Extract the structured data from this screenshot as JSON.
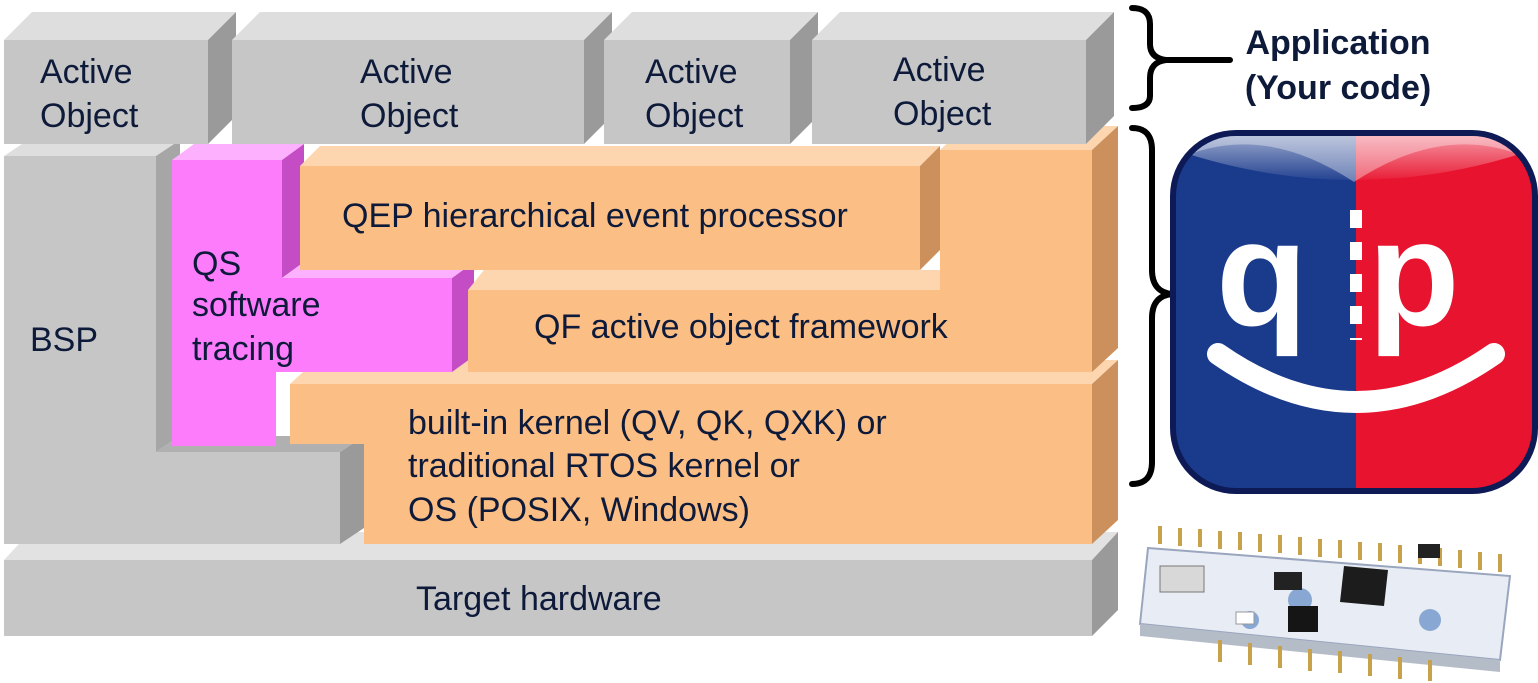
{
  "active_objects": [
    {
      "line1": "Active",
      "line2": "Object"
    },
    {
      "line1": "Active",
      "line2": "Object"
    },
    {
      "line1": "Active",
      "line2": "Object"
    },
    {
      "line1": "Active",
      "line2": "Object"
    }
  ],
  "bsp": "BSP",
  "qs": {
    "line1": "QS",
    "line2": "software",
    "line3": "tracing"
  },
  "qep": "QEP hierarchical event processor",
  "qf": "QF active object framework",
  "kernel": {
    "line1": "built-in kernel (QV, QK, QXK) or",
    "line2": "traditional RTOS kernel or",
    "line3": "OS (POSIX, Windows)"
  },
  "hardware": "Target hardware",
  "application": {
    "line1": "Application",
    "line2": "(Your code)"
  },
  "logo": {
    "left_letter": "q",
    "right_letter": "p",
    "left_color": "#1a3a8c",
    "right_color": "#e8132e"
  },
  "colors": {
    "gray_face": "#c6c6c6",
    "gray_side": "#9a9a9a",
    "gray_top": "#dedede",
    "orange_face": "#fbbe85",
    "orange_side": "#cc905c",
    "orange_top": "#fdd6b0",
    "pink_face": "#fc7cfc",
    "pink_side": "#c44cc4",
    "pink_top": "#fdb0fd"
  }
}
